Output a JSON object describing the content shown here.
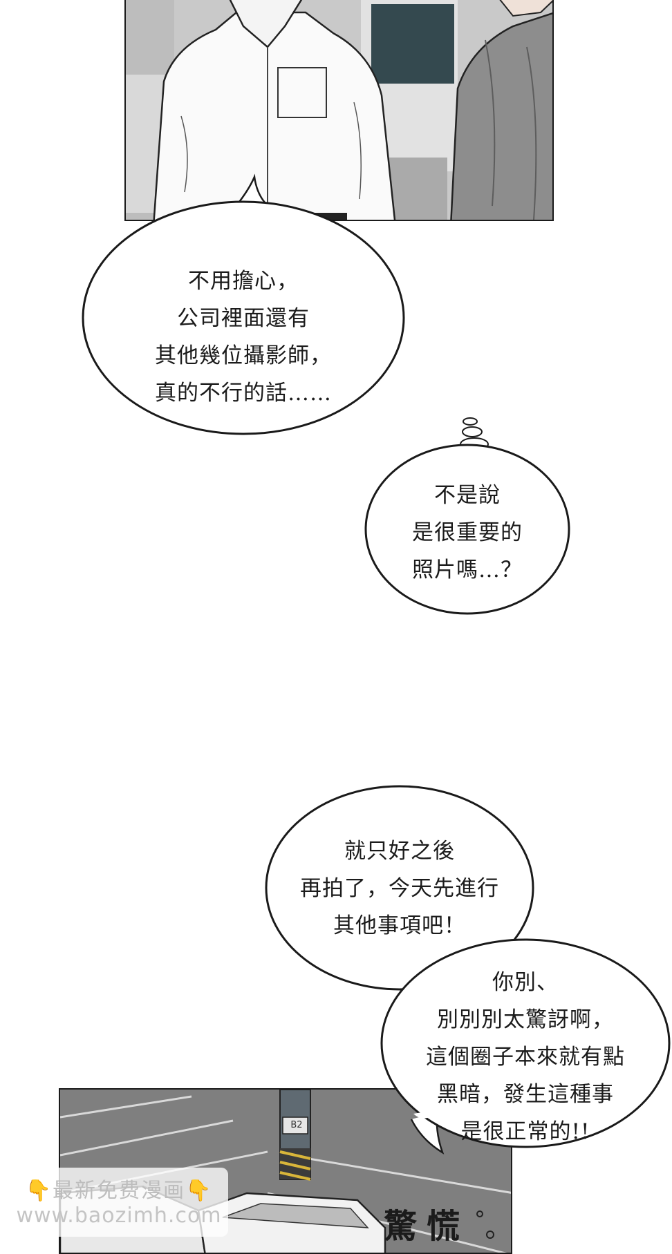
{
  "bubbles": {
    "b1": [
      "不用擔心，",
      "公司裡面還有",
      "其他幾位攝影師，",
      "真的不行的話……"
    ],
    "b2": [
      "不是說",
      "是很重要的",
      "照片嗎…？"
    ],
    "b3": [
      "就只好之後",
      "再拍了，今天先進行",
      "其他事項吧！"
    ],
    "b4": [
      "你別、",
      "別別別太驚訝啊，",
      "這個圈子本來就有點",
      "黑暗，發生這種事",
      "是很正常的!!"
    ]
  },
  "sfx": "驚慌",
  "sign_label": "B2",
  "watermark": {
    "line1": "最新免费漫画",
    "line2": "www.baozimh.com",
    "hand_icon": "👇"
  }
}
